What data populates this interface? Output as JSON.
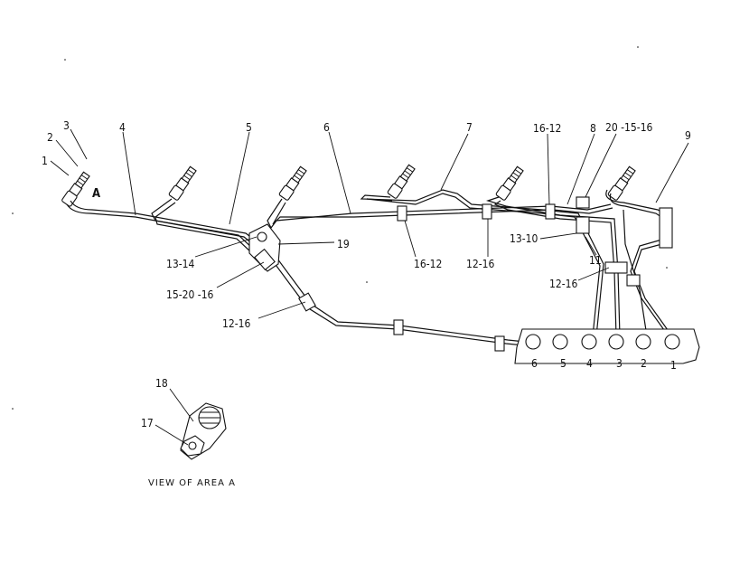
{
  "callouts": {
    "c1": "1",
    "c2": "2",
    "c3": "3",
    "c4": "4",
    "c5": "5",
    "c6": "6",
    "c7": "7",
    "c16_12_top": "16-12",
    "c8": "8",
    "c20_15_16": "20 -15-16",
    "c9": "9",
    "c19": "19",
    "c13_14": "13-14",
    "c15_20_16": "15-20 -16",
    "c12_16_left": "12-16",
    "c16_12_mid": "16-12",
    "c12_16_mid": "12-16",
    "c13_10": "13-10",
    "c11": "11",
    "c12_16_right": "12-16",
    "c18": "18",
    "c17": "17"
  },
  "area_mark": "A",
  "pump_ports": [
    "6",
    "5",
    "4",
    "3",
    "2",
    "1"
  ],
  "view_caption": "VIEW OF AREA A"
}
